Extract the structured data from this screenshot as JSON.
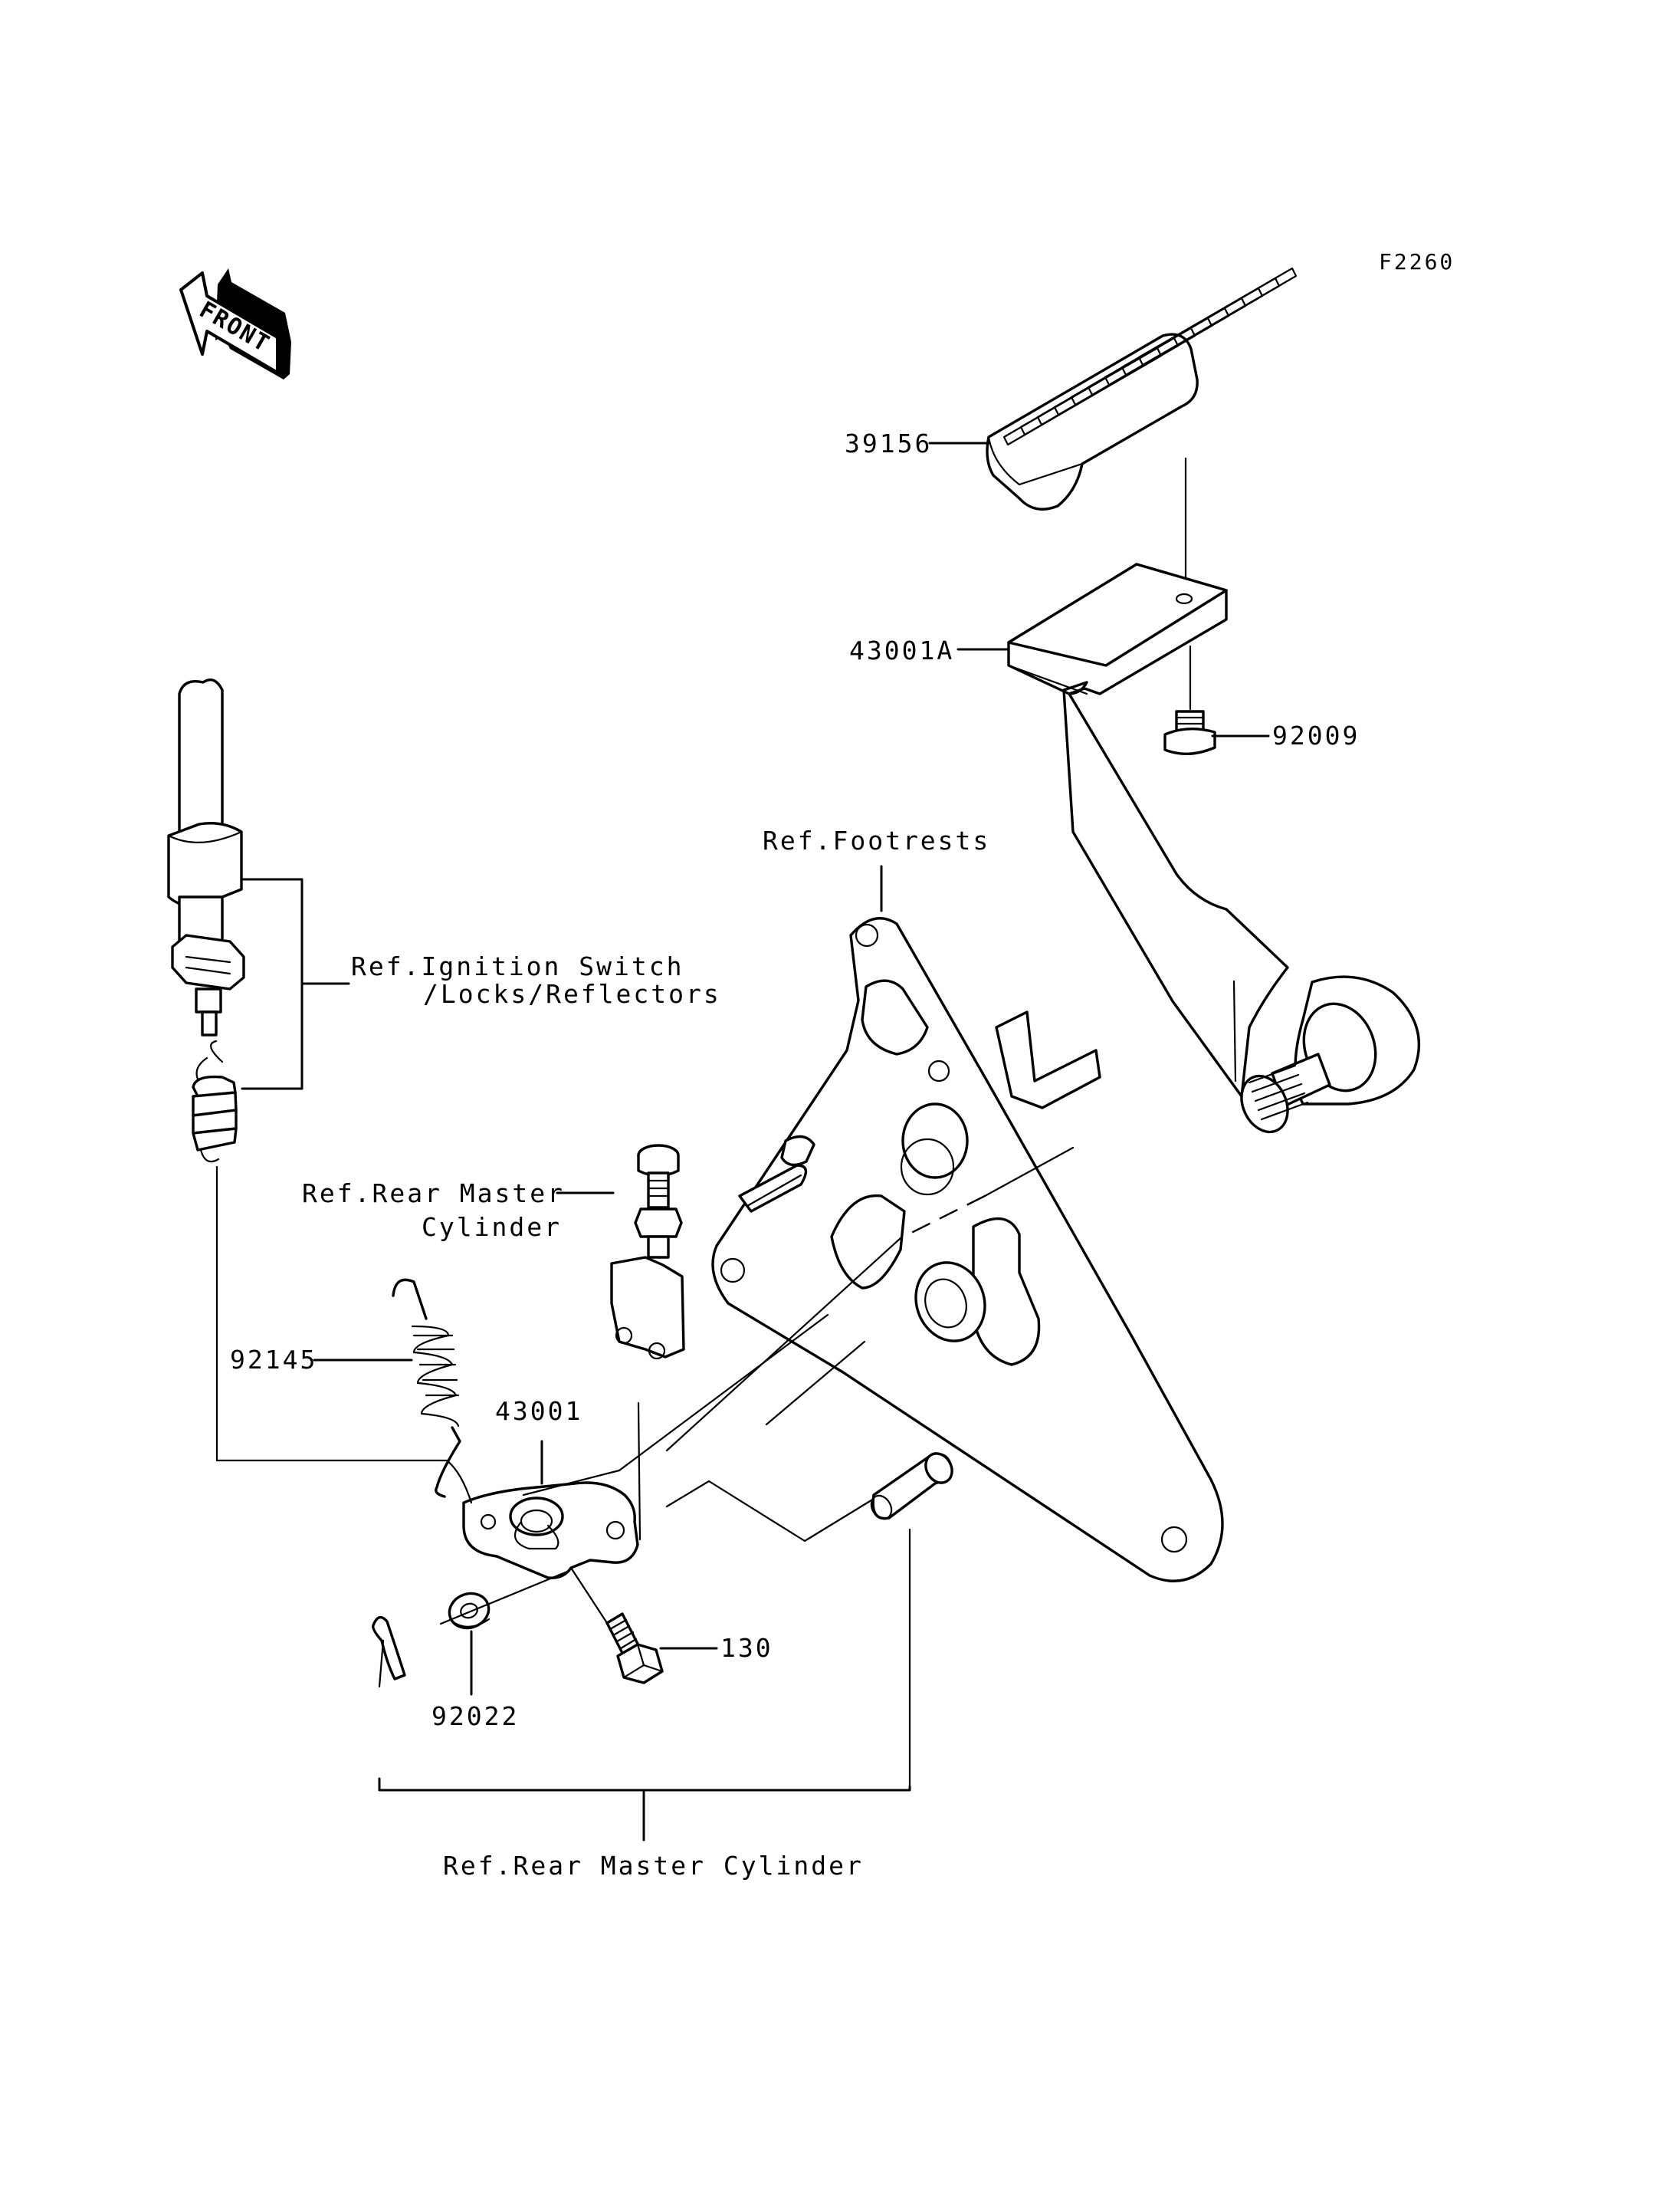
{
  "figure_code": "F2260",
  "front_arrow_text": "FRONT",
  "callouts": {
    "pedal_rubber": "39156",
    "pedal_lever": "43001A",
    "pedal_bolt": "92009",
    "ref_footrests": "Ref.Footrests",
    "ref_ignition_line1": "Ref.Ignition Switch",
    "ref_ignition_line2": "/Locks/Reflectors",
    "ref_rear_master_line1": "Ref.Rear Master",
    "ref_rear_master_line2": "Cylinder",
    "spring": "92145",
    "arm": "43001",
    "bolt": "130",
    "washer": "92022",
    "ref_rear_master_cylinder": "Ref.Rear Master Cylinder"
  }
}
